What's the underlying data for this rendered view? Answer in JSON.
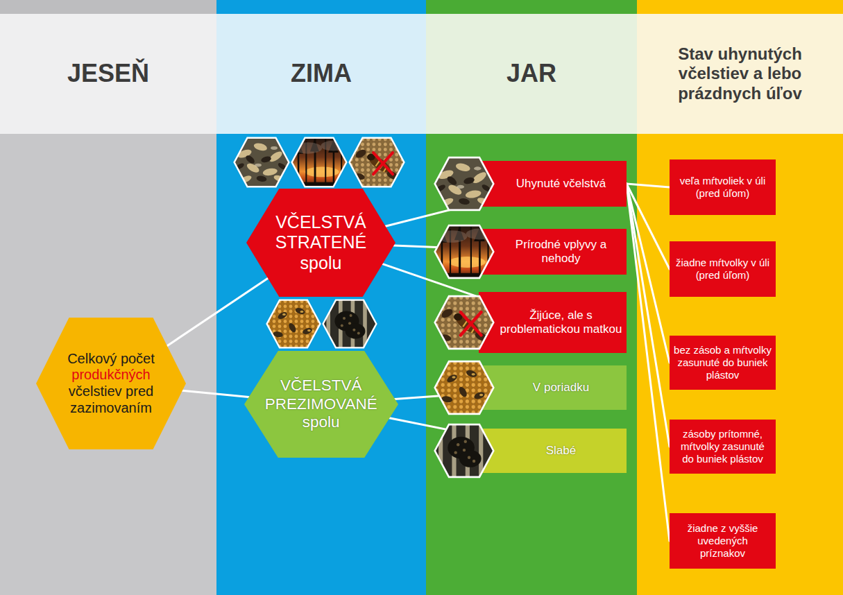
{
  "diagram": {
    "nodes": [
      {
        "text": [
          "JESEŇ"
        ]
      },
      {
        "text": [
          "ZIMA"
        ]
      },
      {
        "text": [
          "JAR"
        ]
      },
      {
        "text": [
          "Stav uhynutých včelstiev a lebo prázdnych úľov"
        ]
      },
      {
        "text": [
          "Celkový počet produkčných včelstiev pred zazimovaním"
        ]
      },
      {
        "text": [
          "VČELSTVÁ STRATENÉ spolu"
        ]
      },
      {
        "text": [
          "VČELSTVÁ PREZIMOVANÉ spolu"
        ]
      },
      {
        "text": [
          "Uhynuté včelstvá"
        ]
      },
      {
        "text": [
          "Prírodné vplyvy a nehody"
        ]
      },
      {
        "text": [
          "Žijúce, ale s problematickou matkou"
        ]
      },
      {
        "text": [
          "V poriadku"
        ]
      },
      {
        "text": [
          "Slabé"
        ]
      },
      {
        "text": [
          "veľa mŕtvoliek v úli (pred úľom)"
        ]
      },
      {
        "text": [
          "žiadne mŕtvolky v úli (pred úľom)"
        ]
      },
      {
        "text": [
          "bez zásob a mŕtvolky zasunuté do buniek plástov"
        ]
      },
      {
        "text": [
          "zásoby prítomné, mŕtvolky zasunuté do buniek plástov"
        ]
      },
      {
        "text": [
          "žiadne z vyššie uvedených príznakov"
        ]
      }
    ],
    "edges": [
      {
        "from": 4,
        "to": 5,
        "arrow": "none"
      },
      {
        "from": 4,
        "to": 6,
        "arrow": "none"
      },
      {
        "from": 5,
        "to": 7,
        "arrow": "none"
      },
      {
        "from": 5,
        "to": 8,
        "arrow": "none"
      },
      {
        "from": 5,
        "to": 9,
        "arrow": "none"
      },
      {
        "from": 6,
        "to": 10,
        "arrow": "none"
      },
      {
        "from": 6,
        "to": 11,
        "arrow": "none"
      },
      {
        "from": 7,
        "to": 12,
        "arrow": "none"
      },
      {
        "from": 7,
        "to": 13,
        "arrow": "none"
      },
      {
        "from": 7,
        "to": 14,
        "arrow": "none"
      },
      {
        "from": 7,
        "to": 15,
        "arrow": "none"
      },
      {
        "from": 7,
        "to": 16,
        "arrow": "none"
      }
    ]
  }
}
